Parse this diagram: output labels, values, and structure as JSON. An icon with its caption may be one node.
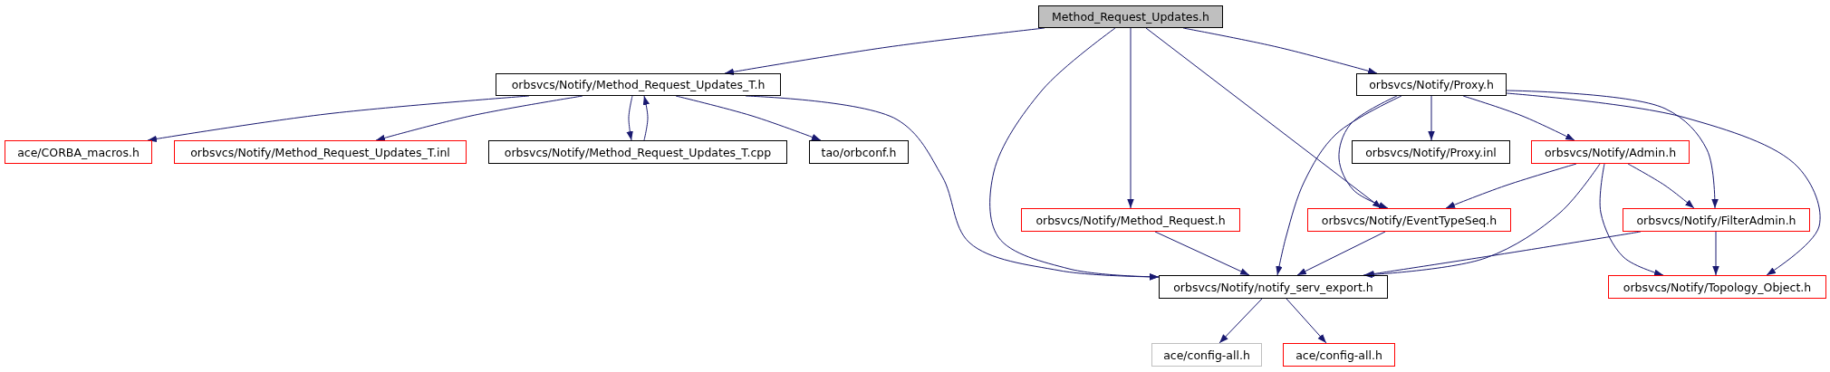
{
  "diagram": {
    "nodes": [
      {
        "text": [
          "Method_Request_Updates.h"
        ]
      },
      {
        "text": [
          "orbsvcs/Notify/Method_Request_Updates_T.h"
        ]
      },
      {
        "text": [
          "orbsvcs/Notify/Proxy.h"
        ]
      },
      {
        "text": [
          "ace/CORBA_macros.h"
        ]
      },
      {
        "text": [
          "orbsvcs/Notify/Method_Request_Updates_T.inl"
        ]
      },
      {
        "text": [
          "orbsvcs/Notify/Method_Request_Updates_T.cpp"
        ]
      },
      {
        "text": [
          "tao/orbconf.h"
        ]
      },
      {
        "text": [
          "orbsvcs/Notify/Proxy.inl"
        ]
      },
      {
        "text": [
          "orbsvcs/Notify/Admin.h"
        ]
      },
      {
        "text": [
          "orbsvcs/Notify/Method_Request.h"
        ]
      },
      {
        "text": [
          "orbsvcs/Notify/EventTypeSeq.h"
        ]
      },
      {
        "text": [
          "orbsvcs/Notify/FilterAdmin.h"
        ]
      },
      {
        "text": [
          "orbsvcs/Notify/notify_serv_export.h"
        ]
      },
      {
        "text": [
          "orbsvcs/Notify/Topology_Object.h"
        ]
      },
      {
        "text": [
          "ace/config-all.h"
        ]
      },
      {
        "text": [
          "ace/config-all.h"
        ]
      }
    ],
    "edges": [
      {
        "from": 0,
        "to": 1,
        "arrow": "to"
      },
      {
        "from": 0,
        "to": 2,
        "arrow": "to"
      },
      {
        "from": 0,
        "to": 12,
        "arrow": "to"
      },
      {
        "from": 0,
        "to": 9,
        "arrow": "to"
      },
      {
        "from": 0,
        "to": 10,
        "arrow": "to"
      },
      {
        "from": 1,
        "to": 3,
        "arrow": "to"
      },
      {
        "from": 1,
        "to": 4,
        "arrow": "to"
      },
      {
        "from": 1,
        "to": 5,
        "arrow": "to"
      },
      {
        "from": 5,
        "to": 1,
        "arrow": "to"
      },
      {
        "from": 1,
        "to": 6,
        "arrow": "to"
      },
      {
        "from": 1,
        "to": 12,
        "arrow": "to"
      },
      {
        "from": 2,
        "to": 12,
        "arrow": "to"
      },
      {
        "from": 2,
        "to": 10,
        "arrow": "to"
      },
      {
        "from": 2,
        "to": 7,
        "arrow": "to"
      },
      {
        "from": 2,
        "to": 8,
        "arrow": "to"
      },
      {
        "from": 2,
        "to": 11,
        "arrow": "to"
      },
      {
        "from": 2,
        "to": 13,
        "arrow": "to"
      },
      {
        "from": 8,
        "to": 10,
        "arrow": "to"
      },
      {
        "from": 8,
        "to": 12,
        "arrow": "to"
      },
      {
        "from": 8,
        "to": 11,
        "arrow": "to"
      },
      {
        "from": 8,
        "to": 13,
        "arrow": "to"
      },
      {
        "from": 9,
        "to": 12,
        "arrow": "to"
      },
      {
        "from": 10,
        "to": 12,
        "arrow": "to"
      },
      {
        "from": 11,
        "to": 12,
        "arrow": "to"
      },
      {
        "from": 11,
        "to": 13,
        "arrow": "to"
      },
      {
        "from": 12,
        "to": 14,
        "arrow": "to"
      },
      {
        "from": 12,
        "to": 15,
        "arrow": "to"
      }
    ]
  }
}
